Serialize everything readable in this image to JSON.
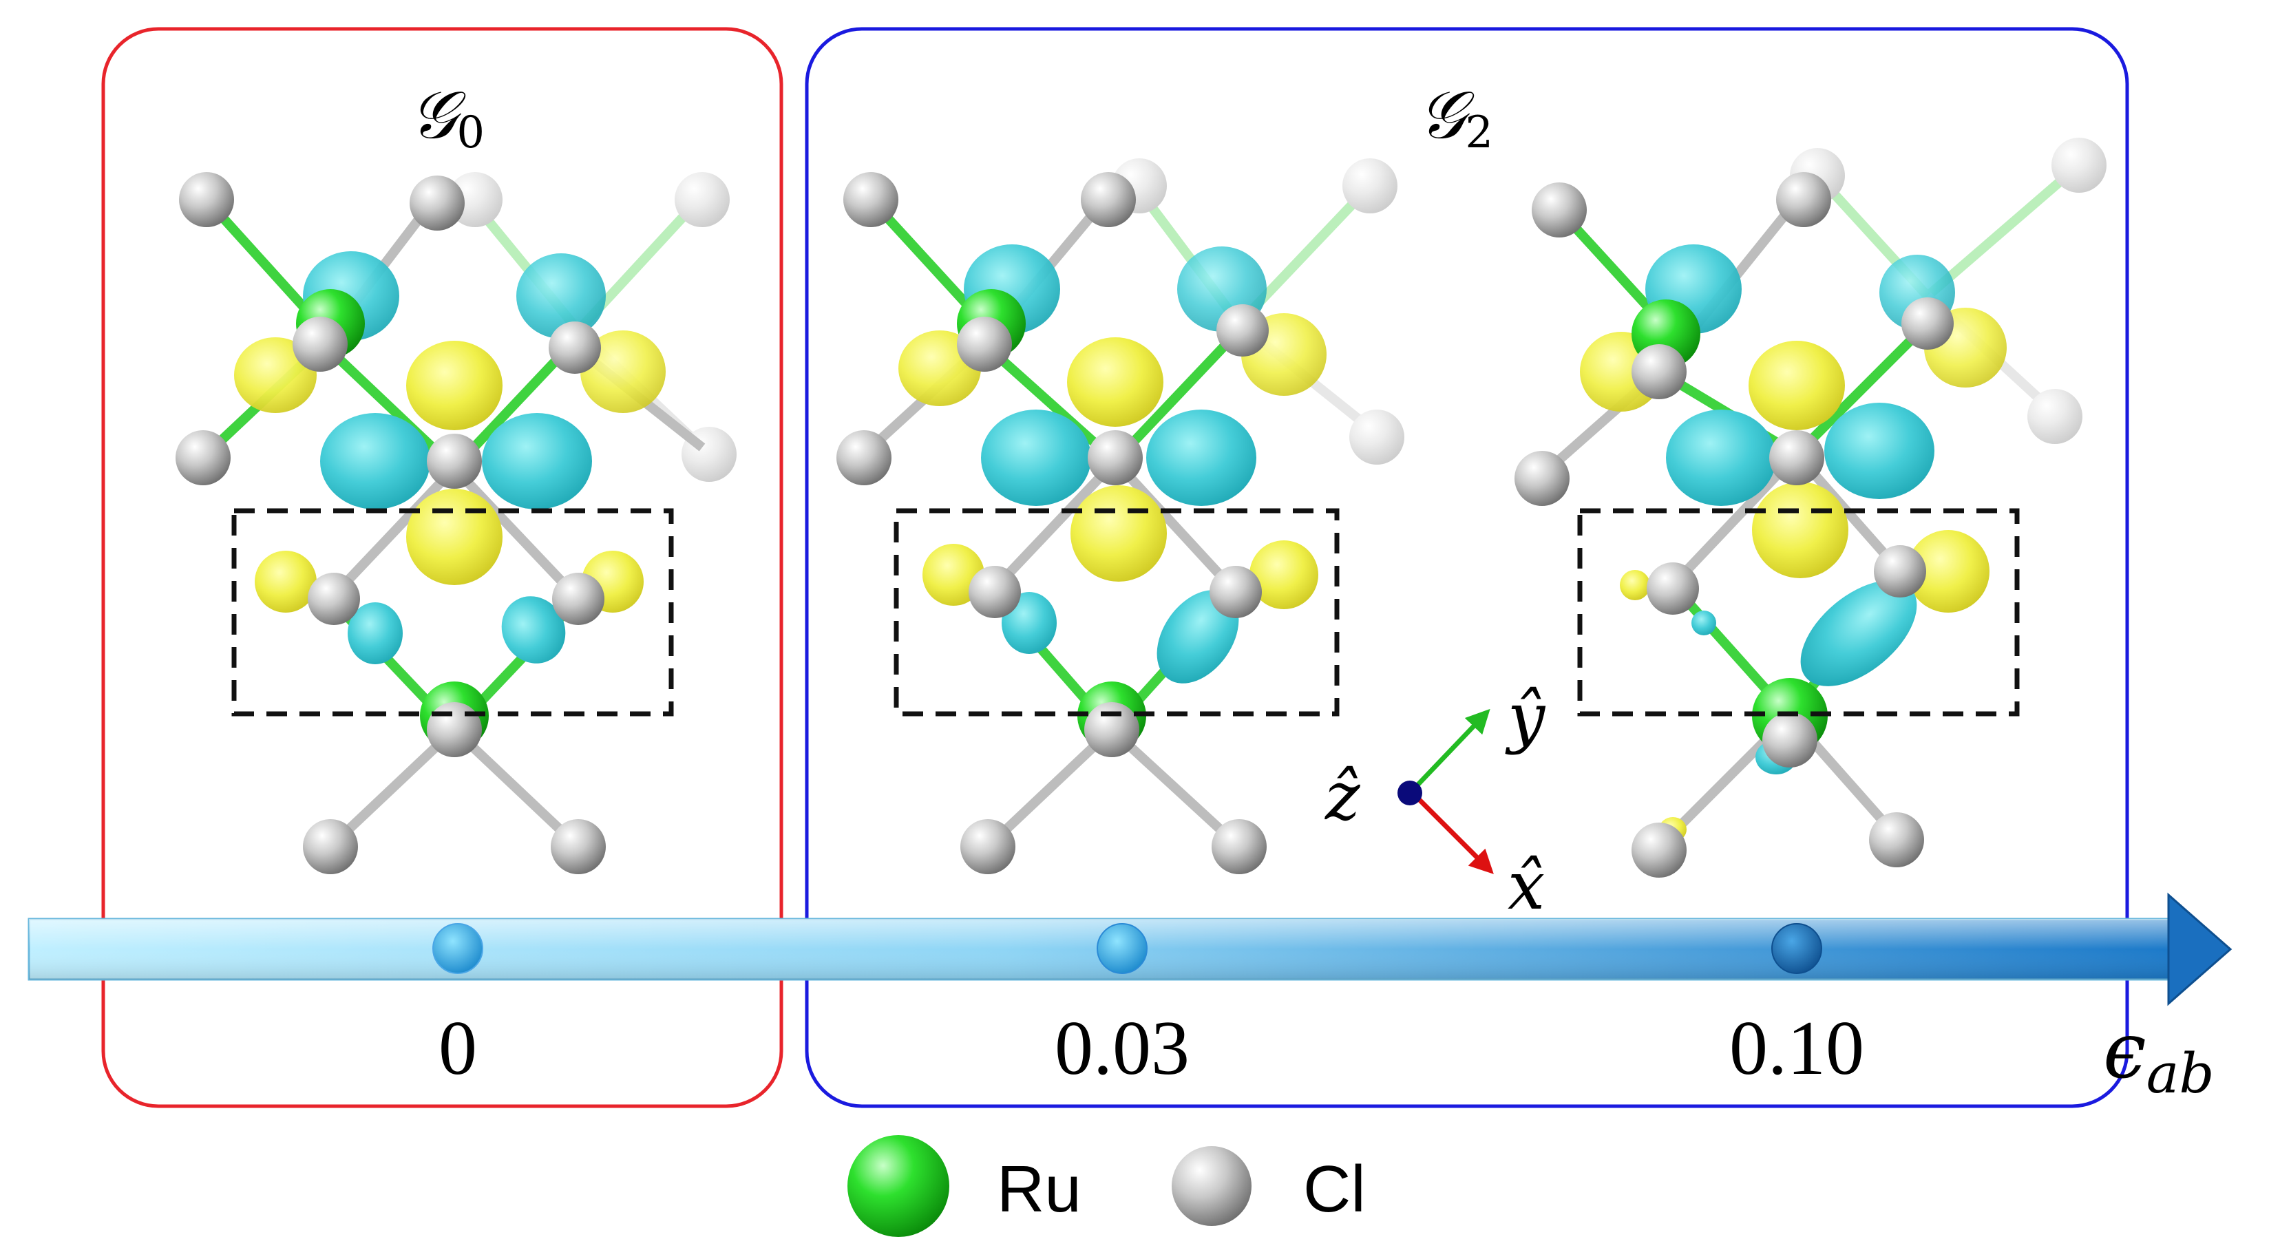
{
  "groups": [
    {
      "label": "𝒢",
      "subscript": "0",
      "color": "#e8242b"
    },
    {
      "label": "𝒢",
      "subscript": "2",
      "color": "#1a1adf"
    }
  ],
  "axis": {
    "label": "ϵ",
    "subscript": "ab",
    "ticks": [
      "0",
      "0.03",
      "0.10"
    ]
  },
  "coordinate_frame": {
    "z": "ẑ",
    "y": "ŷ",
    "x": "x̂",
    "z_color": "#0a0a7a",
    "y_color": "#22bb22",
    "x_color": "#dd1111"
  },
  "legend": [
    {
      "label": "Ru",
      "icon": "green-sphere",
      "color": "#15c215"
    },
    {
      "label": "Cl",
      "icon": "gray-sphere",
      "color": "#8a8a8a"
    }
  ],
  "colors": {
    "orbital_positive": "#f0f04a",
    "orbital_negative": "#45cdd8",
    "ru": "#15c215",
    "cl": "#8a8a8a",
    "bond_green": "#3fd33f",
    "bond_gray": "#bdbdbd",
    "arrow_light": "#bfefff",
    "arrow_dark": "#1a78c8"
  }
}
